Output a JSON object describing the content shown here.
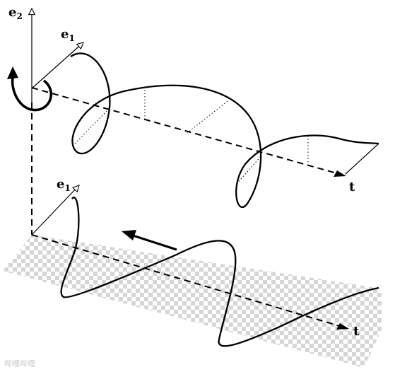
{
  "labels": {
    "e2_base": "e",
    "e2_sub": "2",
    "e1_top_base": "e",
    "e1_top_sub": "1",
    "t_top": "t",
    "e1_bottom_base": "e",
    "e1_bottom_sub": "1",
    "t_bottom": "t"
  },
  "watermark": "哔哩哔哩",
  "colors": {
    "ink": "#000000",
    "checker_light": "#ffffff",
    "checker_dark": "#d6d6d6",
    "watermark": "#c8c8c8"
  }
}
